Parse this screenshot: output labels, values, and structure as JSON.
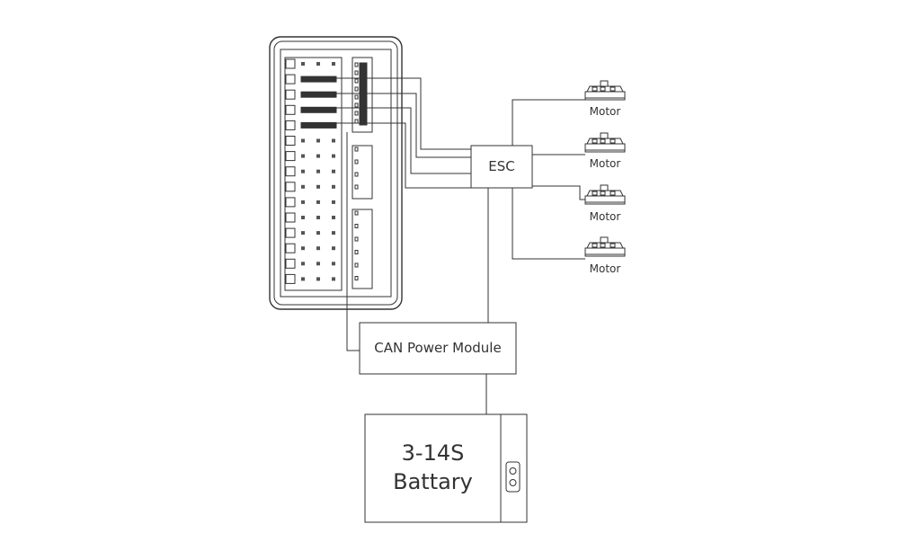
{
  "esc": {
    "label": "ESC"
  },
  "can_module": {
    "label": "CAN Power Module"
  },
  "battery": {
    "line1": "3-14S",
    "line2": "Battary"
  },
  "motors": [
    {
      "label": "Motor"
    },
    {
      "label": "Motor"
    },
    {
      "label": "Motor"
    },
    {
      "label": "Motor"
    }
  ],
  "colors": {
    "line": "#333333",
    "fill": "#ffffff"
  }
}
